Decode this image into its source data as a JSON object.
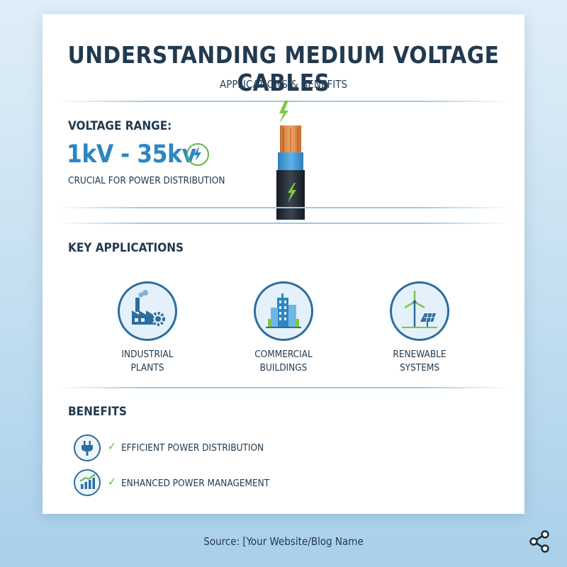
{
  "header": {
    "title": "UNDERSTANDING MEDIUM VOLTAGE CABLES",
    "subtitle": "APPLICATIONS & BENEFITS"
  },
  "voltage": {
    "label": "VOLTAGE RANGE:",
    "value": "1kV - 35kv",
    "note": "CRUCIAL FOR POWER DISTRIBUTION",
    "badge_icon": "lightning-bolt-icon",
    "cable_icon": "cable-cross-section-icon"
  },
  "applications": {
    "heading": "KEY APPLICATIONS",
    "items": [
      {
        "icon": "factory-gear-icon",
        "line1": "INDUSTRIAL",
        "line2": "PLANTS"
      },
      {
        "icon": "office-building-icon",
        "line1": "COMMERCIAL",
        "line2": "BUILDINGS"
      },
      {
        "icon": "wind-turbine-solar-panel-icon",
        "line1": "RENEWABLE",
        "line2": "SYSTEMS"
      }
    ]
  },
  "benefits": {
    "heading": "BENEFITS",
    "items": [
      {
        "icon": "plug-icon",
        "check": "✓",
        "text": "EFFICIENT POWER DISTRIBUTION"
      },
      {
        "icon": "growth-chart-icon",
        "check": "✓",
        "text": "ENHANCED POWER MANAGEMENT"
      }
    ]
  },
  "footer": {
    "source": "Source: [Your Website/Blog Name",
    "share_icon": "share-icon"
  },
  "colors": {
    "accent_blue": "#2d86c2",
    "dark_navy": "#223a4f",
    "green": "#69b54e",
    "icon_ring": "#2d6d9e"
  }
}
